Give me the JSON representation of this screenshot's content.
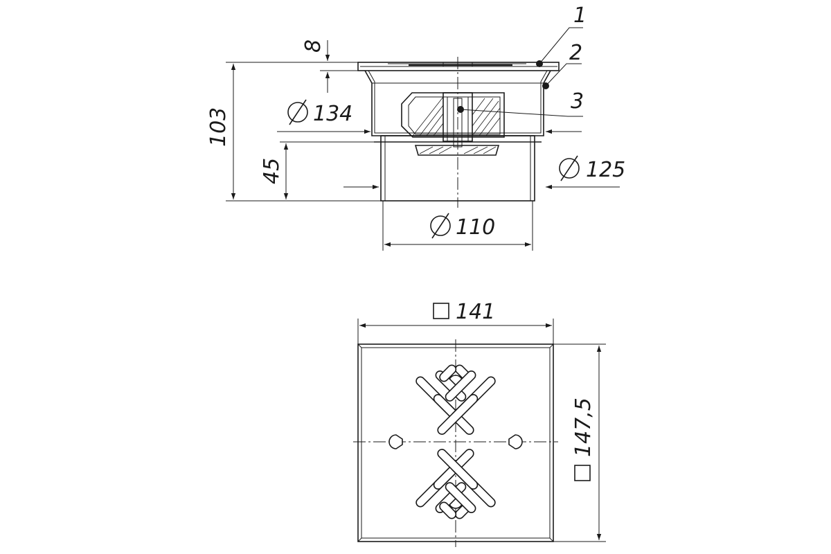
{
  "side_view": {
    "height_total": "103",
    "height_pipe": "45",
    "flange_thickness": "8",
    "diameter_body": "134",
    "diameter_outlet": "125",
    "diameter_pipe": "110",
    "callouts": [
      "1",
      "2",
      "3"
    ]
  },
  "top_view": {
    "width": "141",
    "height": "147,5"
  },
  "icons": {
    "diameter": "diameter-symbol-icon",
    "square": "square-symbol-icon"
  },
  "colors": {
    "line": "#1a1a1a",
    "background": "#ffffff"
  }
}
